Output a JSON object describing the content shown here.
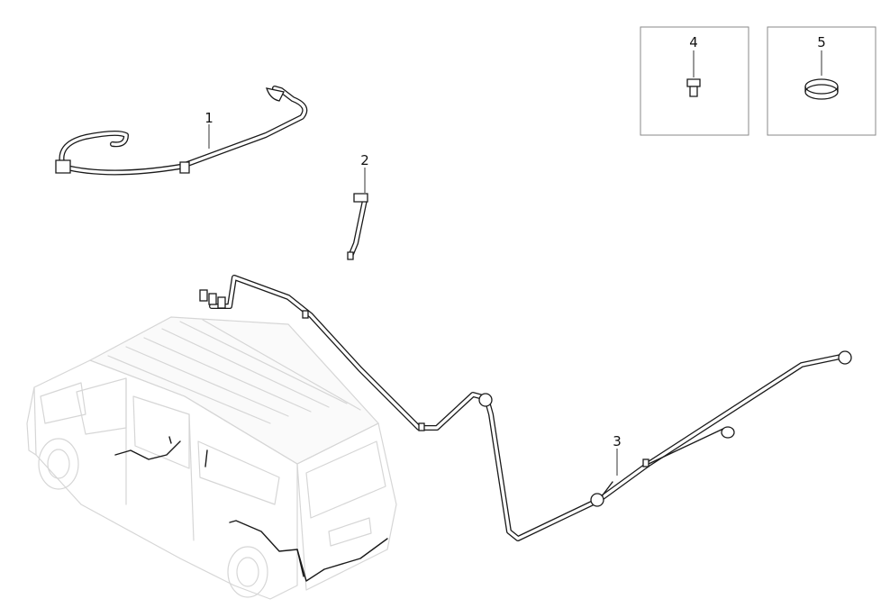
{
  "callouts": [
    {
      "id": "1",
      "label": "1"
    },
    {
      "id": "2",
      "label": "2"
    },
    {
      "id": "3",
      "label": "3"
    },
    {
      "id": "4",
      "label": "4"
    },
    {
      "id": "5",
      "label": "5"
    }
  ],
  "colors": {
    "line": "#1a1a1a",
    "ghost_vehicle": "#d6d6d6",
    "box_border": "#8a8a8a"
  }
}
